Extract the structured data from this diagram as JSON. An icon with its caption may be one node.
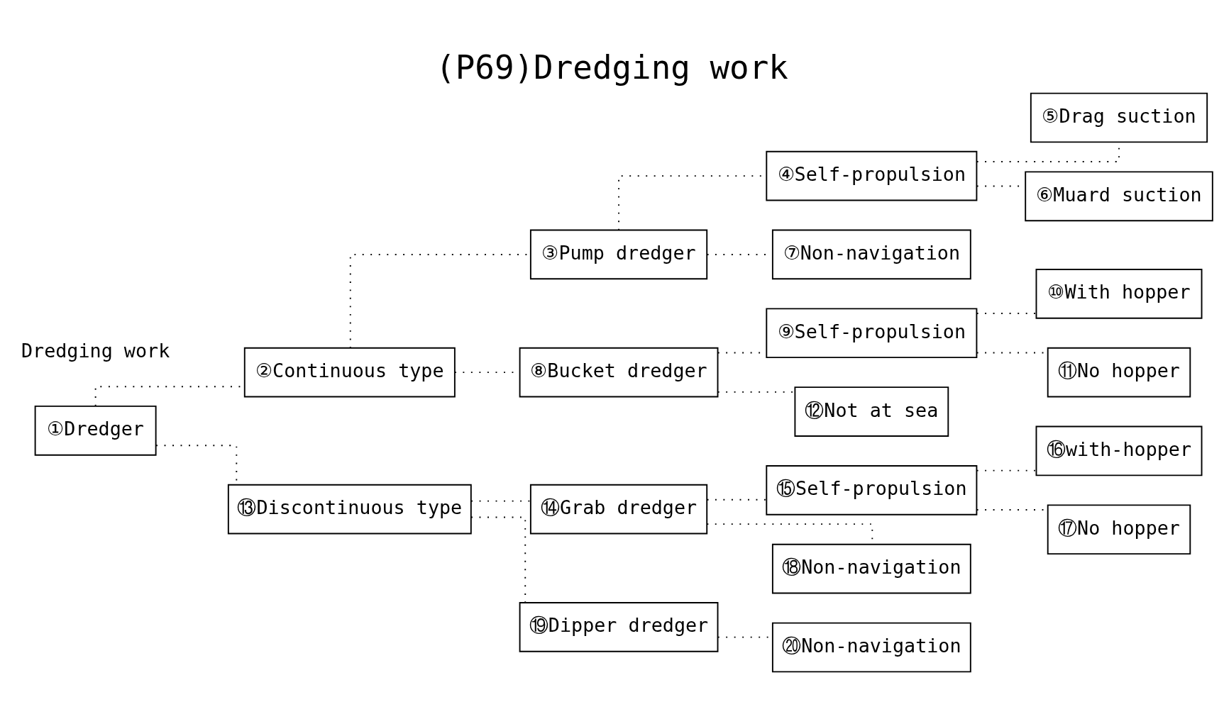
{
  "diagram": {
    "title": "(P69)Dredging work",
    "nodes": [
      {
        "text": [
          "①Dredger"
        ]
      },
      {
        "text": [
          "②Continuous type"
        ]
      },
      {
        "text": [
          "③Pump dredger"
        ]
      },
      {
        "text": [
          "④Self-propulsion"
        ]
      },
      {
        "text": [
          "⑤Drag suction"
        ]
      },
      {
        "text": [
          "⑥Muard suction"
        ]
      },
      {
        "text": [
          "⑦Non-navigation"
        ]
      },
      {
        "text": [
          "⑧Bucket dredger"
        ]
      },
      {
        "text": [
          "⑨Self-propulsion"
        ]
      },
      {
        "text": [
          "⑩With hopper"
        ]
      },
      {
        "text": [
          "⑪No hopper"
        ]
      },
      {
        "text": [
          "⑫Not at sea"
        ]
      },
      {
        "text": [
          "⑬Discontinuous type"
        ]
      },
      {
        "text": [
          "⑭Grab dredger"
        ]
      },
      {
        "text": [
          "⑮Self-propulsion"
        ]
      },
      {
        "text": [
          "⑯with-hopper"
        ]
      },
      {
        "text": [
          "⑰No hopper"
        ]
      },
      {
        "text": [
          "⑱Non-navigation"
        ]
      },
      {
        "text": [
          "⑲Dipper dredger"
        ]
      },
      {
        "text": [
          "⑳Non-navigation"
        ]
      }
    ],
    "edges": [
      {
        "from": 0,
        "to": 1,
        "arrow": "none",
        "style": "dashed"
      },
      {
        "from": 0,
        "to": 12,
        "arrow": "none",
        "style": "dashed"
      },
      {
        "from": 1,
        "to": 2,
        "arrow": "none",
        "style": "dashed"
      },
      {
        "from": 1,
        "to": 7,
        "arrow": "none",
        "style": "dashed"
      },
      {
        "from": 2,
        "to": 3,
        "arrow": "none",
        "style": "dashed"
      },
      {
        "from": 2,
        "to": 6,
        "arrow": "none",
        "style": "dashed"
      },
      {
        "from": 3,
        "to": 4,
        "arrow": "none",
        "style": "dashed"
      },
      {
        "from": 3,
        "to": 5,
        "arrow": "none",
        "style": "dashed"
      },
      {
        "from": 7,
        "to": 8,
        "arrow": "none",
        "style": "dashed"
      },
      {
        "from": 7,
        "to": 11,
        "arrow": "none",
        "style": "dashed"
      },
      {
        "from": 8,
        "to": 9,
        "arrow": "none",
        "style": "dashed"
      },
      {
        "from": 8,
        "to": 10,
        "arrow": "none",
        "style": "dashed"
      },
      {
        "from": 12,
        "to": 13,
        "arrow": "none",
        "style": "dashed"
      },
      {
        "from": 12,
        "to": 18,
        "arrow": "none",
        "style": "dashed"
      },
      {
        "from": 13,
        "to": 14,
        "arrow": "none",
        "style": "dashed"
      },
      {
        "from": 13,
        "to": 17,
        "arrow": "none",
        "style": "dashed"
      },
      {
        "from": 14,
        "to": 15,
        "arrow": "none",
        "style": "dashed"
      },
      {
        "from": 14,
        "to": 16,
        "arrow": "none",
        "style": "dashed"
      },
      {
        "from": 18,
        "to": 19,
        "arrow": "none",
        "style": "dashed"
      }
    ],
    "labels": [
      "Dredging work"
    ]
  }
}
